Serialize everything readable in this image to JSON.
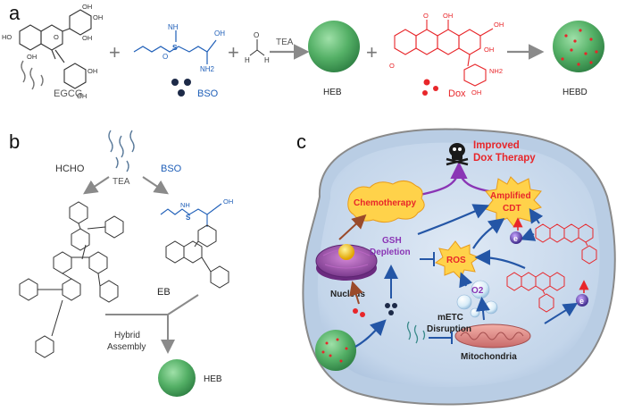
{
  "panels": {
    "a": "a",
    "b": "b",
    "c": "c"
  },
  "panel_a": {
    "egcg": "EGCG",
    "bso": "BSO",
    "tea": "TEA",
    "heb": "HEB",
    "dox": "Dox",
    "hebd": "HEBD",
    "plus": "+",
    "bso_atoms": {
      "nh": "NH",
      "s": "S",
      "o": "O",
      "nh2": "NH2",
      "oh": "OH"
    },
    "dox_atoms": {
      "o": "O",
      "oh": "OH",
      "nh2": "NH2"
    },
    "egcg_atoms": {
      "oh": "OH",
      "ho": "HO",
      "o": "O"
    },
    "formaldehyde_atoms": {
      "h": "H",
      "o": "O"
    }
  },
  "panel_b": {
    "hcho": "HCHO",
    "tea": "TEA",
    "bso": "BSO",
    "eb": "EB",
    "hybrid": "Hybrid",
    "assembly": "Assembly",
    "heb": "HEB"
  },
  "panel_c": {
    "improved_line1": "Improved",
    "improved_line2": "Dox Therapy",
    "chemotherapy": "Chemotherapy",
    "amplified_line1": "Amplified",
    "amplified_line2": "CDT",
    "gsh_line1": "GSH",
    "gsh_line2": "Depletion",
    "ros": "ROS",
    "nucleus": "Nucleus",
    "o2": "O2",
    "electron": "e",
    "metc_line1": "mETC",
    "metc_line2": "Disruption",
    "mitochondria": "Mitochondria"
  },
  "colors": {
    "bso_blue": "#1f5fb8",
    "dox_red": "#e8262a",
    "heb_green": "#5fb870",
    "cell_blue": "#c7d8ec",
    "arrow_blue": "#2456a6",
    "purple": "#8a35b5",
    "callout_orange": "#ffd24a",
    "mito_pink": "#e58b8b"
  }
}
